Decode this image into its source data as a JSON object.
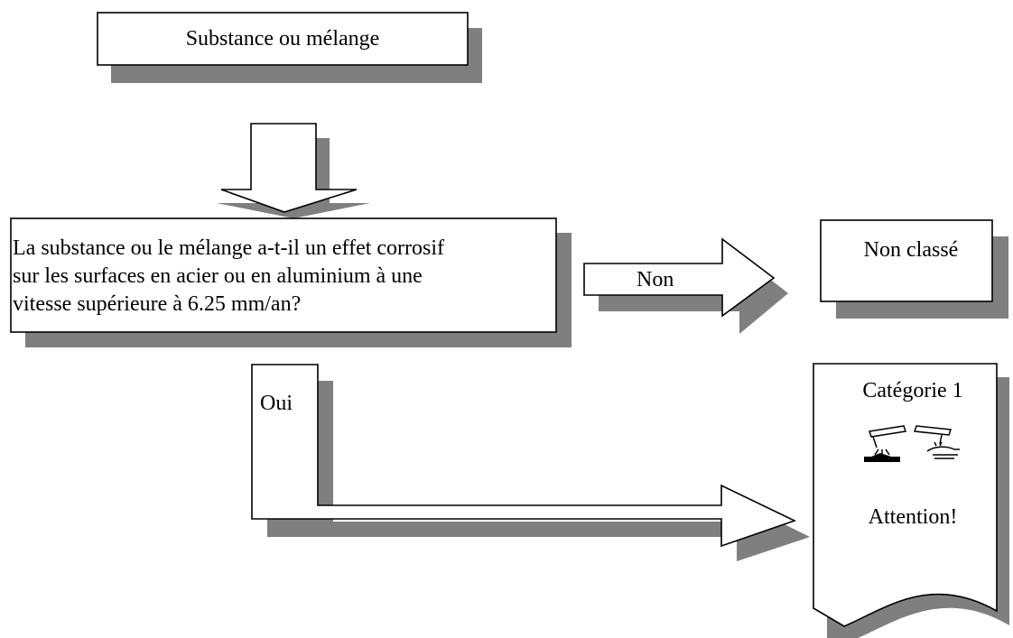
{
  "nodes": {
    "start": "Substance ou mélange",
    "question": [
      "La substance ou le mélange a-t-il un effet corrosif",
      "sur les surfaces en acier ou en aluminium à une",
      "vitesse supérieure à 6.25 mm/an?"
    ],
    "not_classified": "Non classé",
    "category": "Catégorie 1",
    "signal_word": "Attention!"
  },
  "edges": {
    "no_label": "Non",
    "yes_label": "Oui"
  },
  "icons": {
    "pictogram": "corrosion-pictogram"
  },
  "colors": {
    "stroke": "#000000",
    "shadow": "#7f7f7f",
    "fill": "#ffffff"
  }
}
